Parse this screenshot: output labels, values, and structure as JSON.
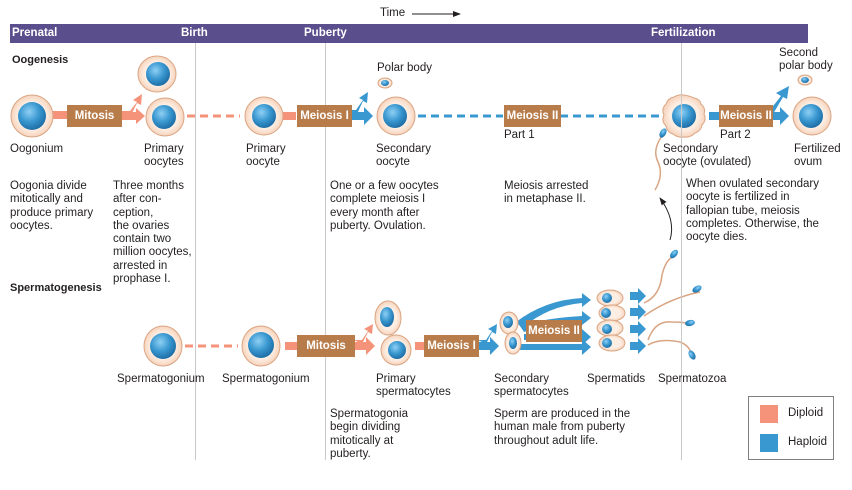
{
  "time_label": "Time",
  "header": {
    "stages": [
      "Prenatal",
      "Birth",
      "Puberty",
      "Fertilization"
    ],
    "color": "#5a4e8c"
  },
  "sections": {
    "oogenesis": "Oogenesis",
    "spermatogenesis": "Spermatogenesis"
  },
  "oogenesis": {
    "processes": {
      "mitosis": "Mitosis",
      "meiosis1": "Meiosis I",
      "meiosis2_part1": "Meiosis II",
      "meiosis2_part2": "Meiosis II"
    },
    "part_labels": [
      "Part 1",
      "Part 2"
    ],
    "cells": {
      "oogonium": "Oogonium",
      "primary_oocytes": [
        "Primary",
        "oocytes"
      ],
      "primary_oocyte": [
        "Primary",
        "oocyte"
      ],
      "polar_body": "Polar body",
      "secondary_oocyte": [
        "Secondary",
        "oocyte"
      ],
      "secondary_oocyte_ovulated": [
        "Secondary",
        "oocyte (ovulated)"
      ],
      "second_polar_body": [
        "Second",
        "polar body"
      ],
      "fertilized_ovum": [
        "Fertilized",
        "ovum"
      ]
    },
    "descriptions": {
      "oogonia": [
        "Oogonia divide",
        "mitotically and",
        "produce primary",
        "oocytes."
      ],
      "three_months": [
        "Three months",
        "after con-",
        "ception,",
        "the ovaries",
        "contain two",
        "million oocytes,",
        "arrested in",
        "prophase I."
      ],
      "puberty": [
        "One or a few oocytes",
        "complete meiosis I",
        "every month after",
        "puberty. Ovulation."
      ],
      "arrested": [
        "Meiosis arrested",
        "in metaphase II."
      ],
      "fertilized": [
        "When ovulated secondary",
        "oocyte is fertilized in",
        "fallopian tube, meiosis",
        "completes. Otherwise, the",
        "oocyte dies."
      ]
    }
  },
  "spermatogenesis": {
    "processes": {
      "mitosis": "Mitosis",
      "meiosis1": "Meiosis I",
      "meiosis2": "Meiosis II"
    },
    "cells": {
      "spermatogonium_1": "Spermatogonium",
      "spermatogonium_2": "Spermatogonium",
      "primary_spermatocytes": [
        "Primary",
        "spermatocytes"
      ],
      "secondary_spermatocytes": [
        "Secondary",
        "spermatocytes"
      ],
      "spermatids": "Spermatids",
      "spermatozoa": "Spermatozoa"
    },
    "descriptions": {
      "puberty": [
        "Spermatogonia",
        "begin dividing",
        "mitotically at",
        "puberty."
      ],
      "adult": [
        "Sperm are produced in the",
        "human male from puberty",
        "throughout adult life."
      ]
    }
  },
  "legend": {
    "items": [
      {
        "label": "Diploid",
        "color": "#f4937a"
      },
      {
        "label": "Haploid",
        "color": "#3a98d0"
      }
    ]
  },
  "colors": {
    "process_box": "#b87c4a",
    "diploid_arrow": "#f4937a",
    "haploid_arrow": "#3a98d0",
    "cell_body": "#fbe3d2",
    "cell_outline": "#d9a583",
    "nucleus": "#3a98d0"
  }
}
